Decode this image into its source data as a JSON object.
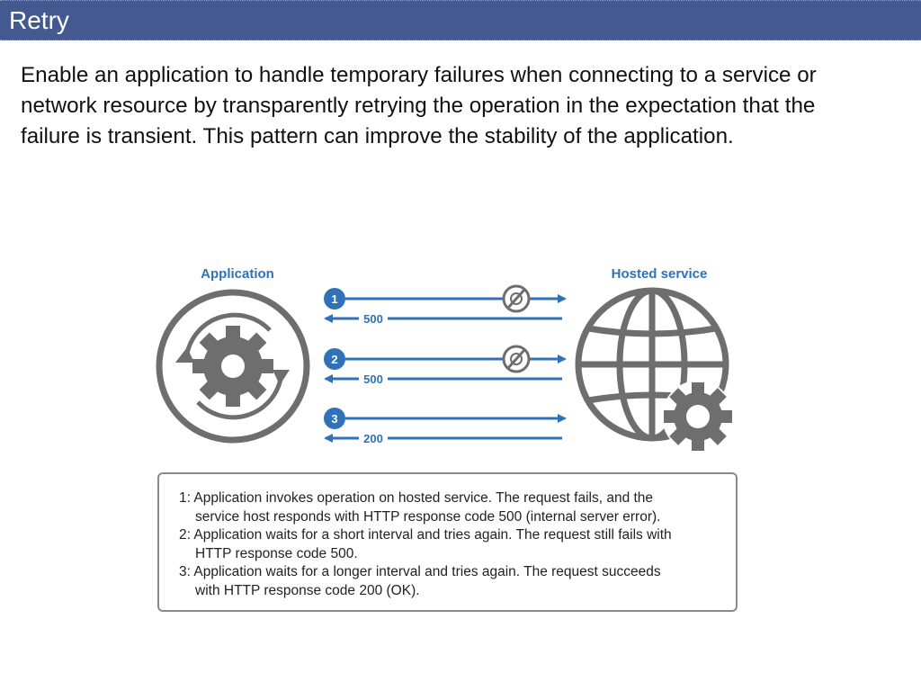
{
  "header": {
    "title": "Retry"
  },
  "description": {
    "line1": "Enable an application to handle temporary failures when connecting to a service or",
    "line2": "network resource by transparently retrying the operation in the expectation that the",
    "line3": "failure is transient. This pattern can improve the stability of the application."
  },
  "diagram": {
    "app_label": "Application",
    "service_label": "Hosted service",
    "steps": [
      {
        "number": "1",
        "code": "500",
        "failed": true
      },
      {
        "number": "2",
        "code": "500",
        "failed": true
      },
      {
        "number": "3",
        "code": "200",
        "failed": false
      }
    ],
    "colors": {
      "arrow": "#2f72b8",
      "label": "#2f72b8",
      "icon": "#6e6e6e",
      "header_bg": "#44598f"
    }
  },
  "legend": {
    "l1": "1: Application invokes operation on hosted service. The request fails, and the",
    "l2": "service host responds with HTTP response code 500 (internal server error).",
    "l3": "2: Application waits for a short interval and tries again. The request still fails with",
    "l4": "HTTP response code 500.",
    "l5": "3: Application waits for a longer interval and tries again. The request succeeds",
    "l6": "with HTTP response code 200 (OK)."
  }
}
